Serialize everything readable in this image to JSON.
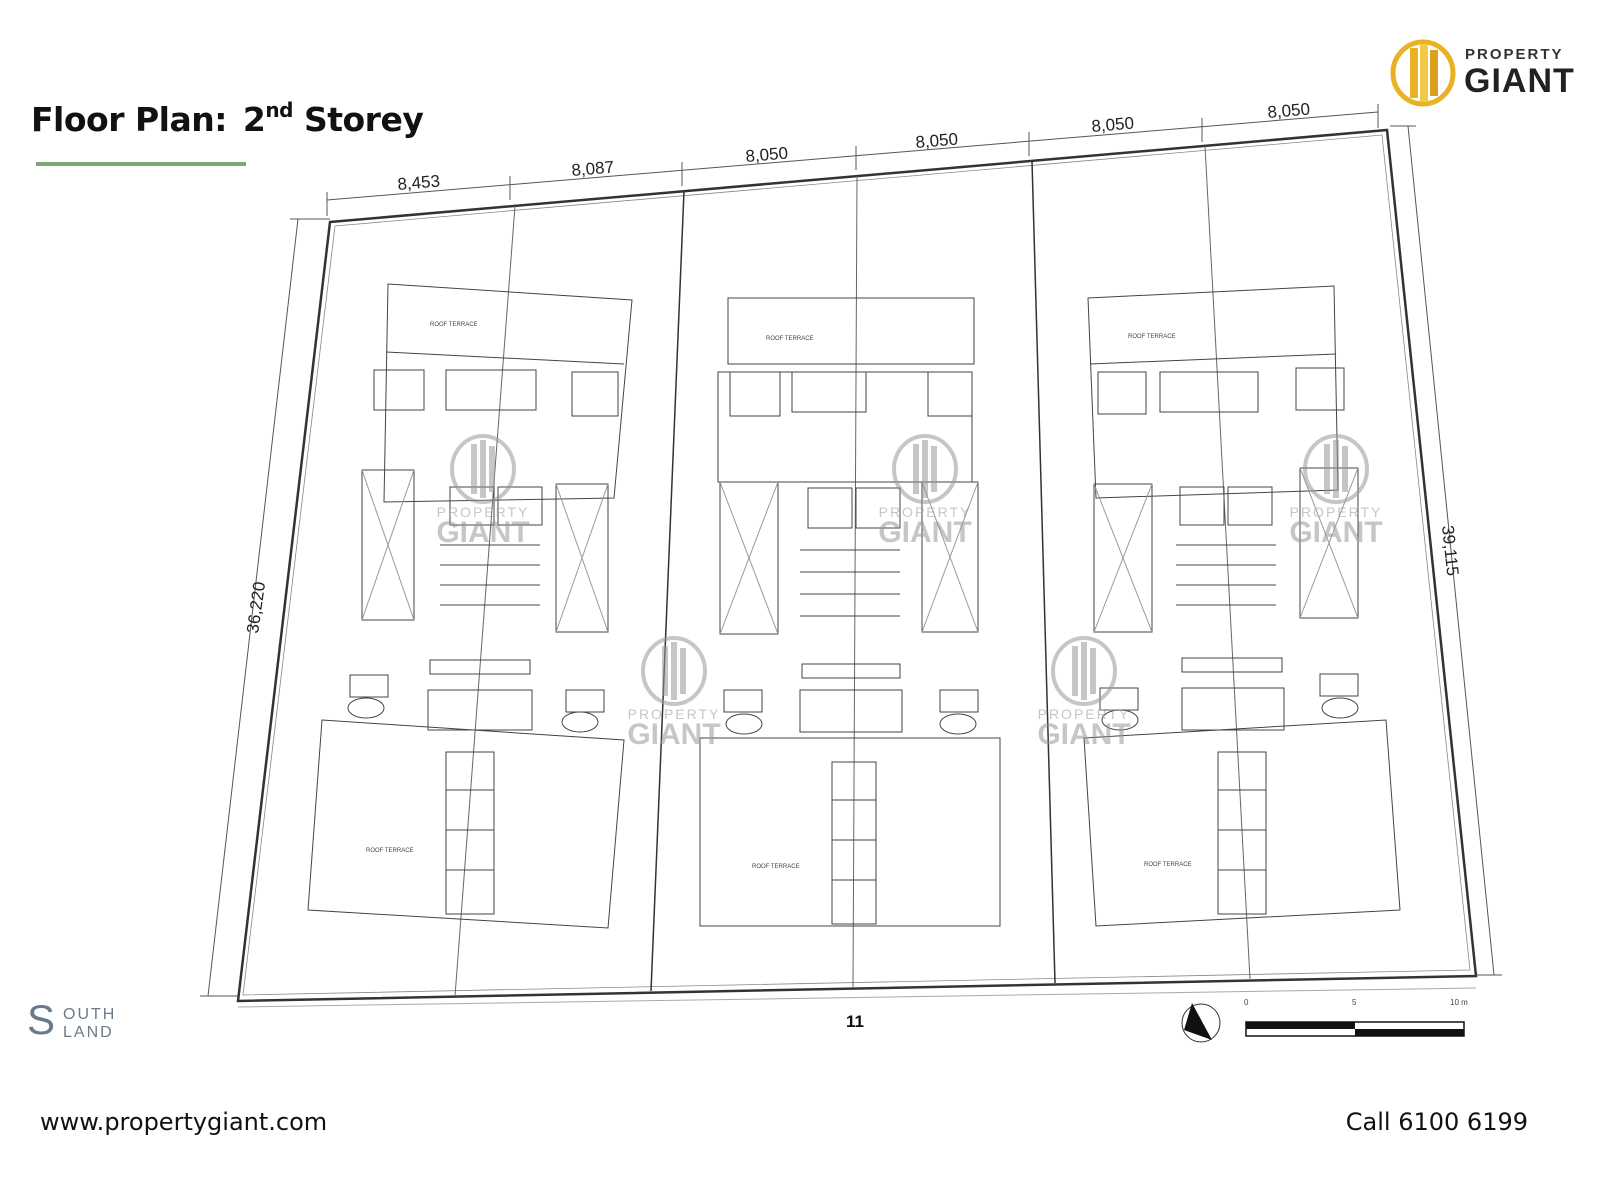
{
  "header": {
    "title_prefix": "Floor Plan:",
    "title_ordinal": "2",
    "title_suffix": "nd",
    "title_rest": "Storey",
    "accent_color": "#7fa877"
  },
  "brand": {
    "name_top": "PROPERTY",
    "name_bottom": "GIANT",
    "gold_color": "#e9b224"
  },
  "plan": {
    "dimensions_top": [
      "8,453",
      "8,087",
      "8,050",
      "8,050",
      "8,050",
      "8,050"
    ],
    "dimension_left": "36,220",
    "dimension_right": "39,115",
    "page_number": "11",
    "scale_labels": [
      "0",
      "5",
      "10 m"
    ]
  },
  "watermark": {
    "top": "PROPERTY",
    "bottom": "GIANT"
  },
  "developer_logo": {
    "line1": "OUTH",
    "line2": "LAND",
    "initial": "S",
    "color": "#6b7a8a"
  },
  "footer": {
    "website": "www.propertygiant.com",
    "phone": "Call 6100 6199"
  }
}
